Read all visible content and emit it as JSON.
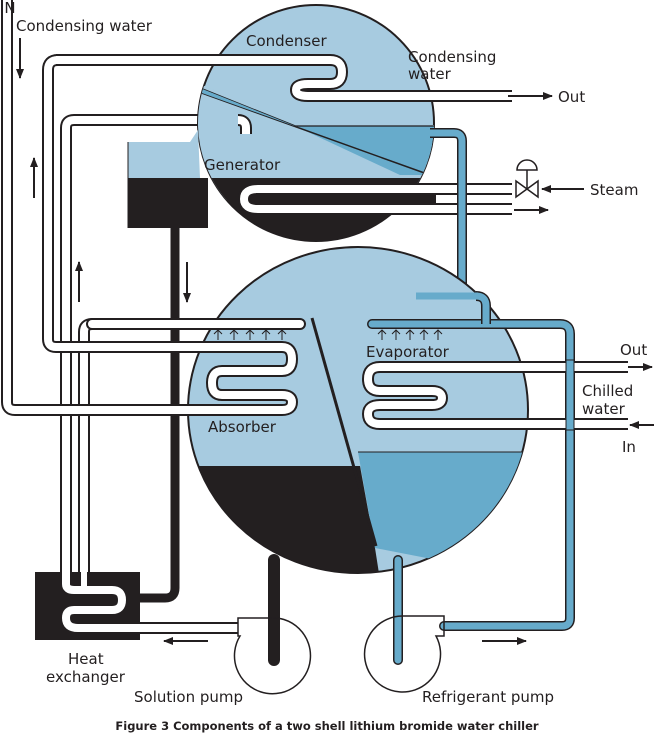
{
  "figure": {
    "caption": "Figure 3 Components of a two shell lithium bromide water chiller",
    "colors": {
      "shell_fill": "#a7cbe0",
      "refrigerant": "#67abcb",
      "solution": "#231f20",
      "outline": "#231f20",
      "pipe_white": "#ffffff",
      "background": "#ffffff"
    }
  },
  "labels": {
    "in_top_left": "IN",
    "condensing_water_in": "Condensing water",
    "condenser": "Condenser",
    "condensing_water_out_line1": "Condensing",
    "condensing_water_out_line2": "water",
    "out_condensing": "Out",
    "generator": "Generator",
    "steam": "Steam",
    "absorber": "Absorber",
    "evaporator": "Evaporator",
    "chilled_out": "Out",
    "chilled_water_line1": "Chilled",
    "chilled_water_line2": "water",
    "chilled_in": "In",
    "heat_exchanger_line1": "Heat",
    "heat_exchanger_line2": "exchanger",
    "solution_pump": "Solution pump",
    "refrigerant_pump": "Refrigerant pump"
  },
  "components": [
    {
      "id": "condenser",
      "name": "Condenser",
      "shell": "upper"
    },
    {
      "id": "generator",
      "name": "Generator",
      "shell": "upper"
    },
    {
      "id": "absorber",
      "name": "Absorber",
      "shell": "lower"
    },
    {
      "id": "evaporator",
      "name": "Evaporator",
      "shell": "lower"
    },
    {
      "id": "heat-exchanger",
      "name": "Heat exchanger"
    },
    {
      "id": "solution-pump",
      "name": "Solution pump"
    },
    {
      "id": "refrigerant-pump",
      "name": "Refrigerant pump"
    },
    {
      "id": "steam-valve",
      "name": "Steam control valve"
    }
  ]
}
